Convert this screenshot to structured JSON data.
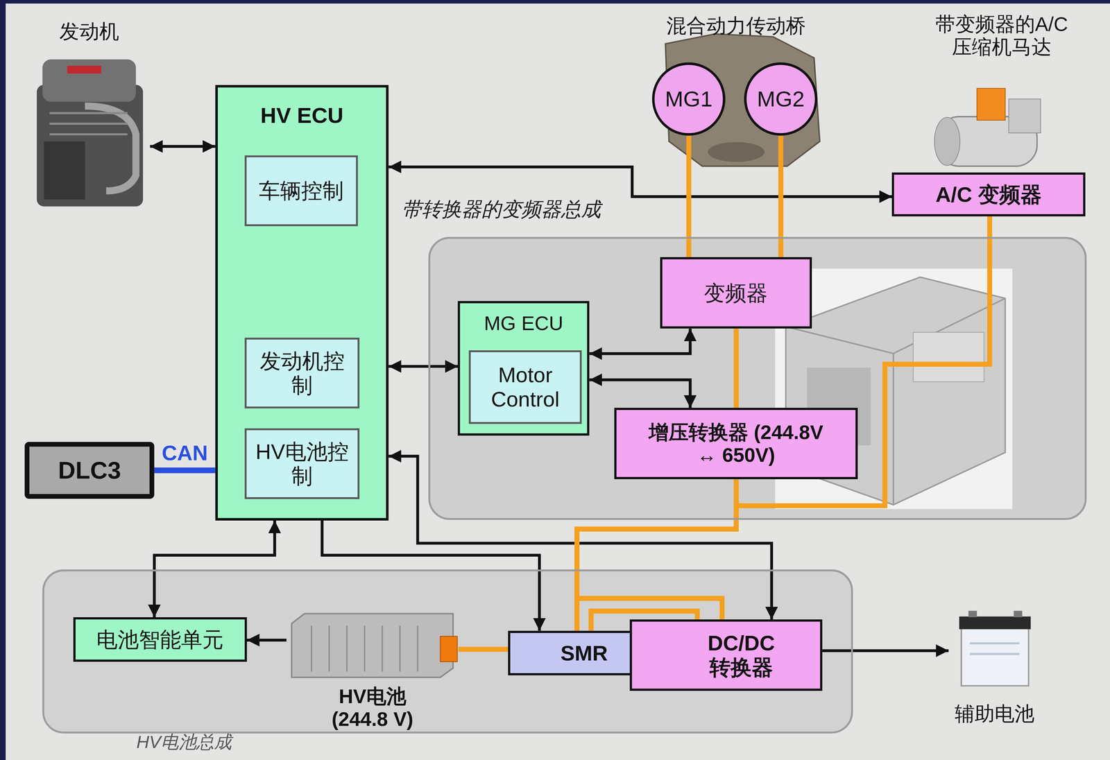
{
  "diagram": {
    "nodes": [
      {
        "text": [
          "发动机"
        ]
      },
      {
        "text": [
          "HV ECU"
        ]
      },
      {
        "text": [
          "车辆控制"
        ],
        "in": 1
      },
      {
        "text": [
          "发动机控制"
        ],
        "in": 1
      },
      {
        "text": [
          "HV电池控制"
        ],
        "in": 1
      },
      {
        "text": [
          "混合动力传动桥"
        ]
      },
      {
        "text": [
          "MG1"
        ],
        "in": 5
      },
      {
        "text": [
          "MG2"
        ],
        "in": 5
      },
      {
        "text": [
          "带变频器的A/C 压缩机马达"
        ]
      },
      {
        "text": [
          "A/C 变频器"
        ]
      },
      {
        "text": [
          "带转换器的变频器总成"
        ]
      },
      {
        "text": [
          "MG ECU"
        ],
        "in": 10
      },
      {
        "text": [
          "Motor Control"
        ],
        "in": 11
      },
      {
        "text": [
          "变频器"
        ],
        "in": 10
      },
      {
        "text": [
          "增压转换器 (244.8V ↔ 650V)"
        ],
        "in": 10
      },
      {
        "text": [
          "DLC3"
        ]
      },
      {
        "text": [
          "HV电池总成"
        ]
      },
      {
        "text": [
          "电池智能单元"
        ],
        "in": 16
      },
      {
        "text": [
          "HV电池 (244.8 V)"
        ],
        "in": 16
      },
      {
        "text": [
          "SMR"
        ],
        "in": 16
      },
      {
        "text": [
          "DC/DC 转换器"
        ],
        "in": 16
      },
      {
        "text": [
          "辅助电池"
        ]
      }
    ],
    "edges": [
      {
        "from": 0,
        "to": 1,
        "arrow": "both"
      },
      {
        "from": 1,
        "to": 9,
        "arrow": "both"
      },
      {
        "from": 1,
        "to": 11,
        "arrow": "both"
      },
      {
        "from": 11,
        "to": 13,
        "arrow": "both"
      },
      {
        "from": 11,
        "to": 14,
        "arrow": "both"
      },
      {
        "from": 15,
        "to": 1,
        "arrow": "none",
        "label": "CAN"
      },
      {
        "from": 1,
        "to": 17,
        "arrow": "both"
      },
      {
        "from": 1,
        "to": 19,
        "arrow": "to"
      },
      {
        "from": 1,
        "to": 20,
        "arrow": "both"
      },
      {
        "from": 18,
        "to": 17,
        "arrow": "to"
      },
      {
        "from": 20,
        "to": 21,
        "arrow": "to"
      },
      {
        "from": 6,
        "to": 13,
        "arrow": "none"
      },
      {
        "from": 7,
        "to": 13,
        "arrow": "none"
      },
      {
        "from": 13,
        "to": 14,
        "arrow": "none"
      },
      {
        "from": 14,
        "to": 19,
        "arrow": "none"
      },
      {
        "from": 9,
        "to": 19,
        "arrow": "none"
      },
      {
        "from": 20,
        "to": 19,
        "arrow": "none"
      },
      {
        "from": 20,
        "to": 19,
        "arrow": "none"
      },
      {
        "from": 19,
        "to": 18,
        "arrow": "none"
      }
    ]
  }
}
